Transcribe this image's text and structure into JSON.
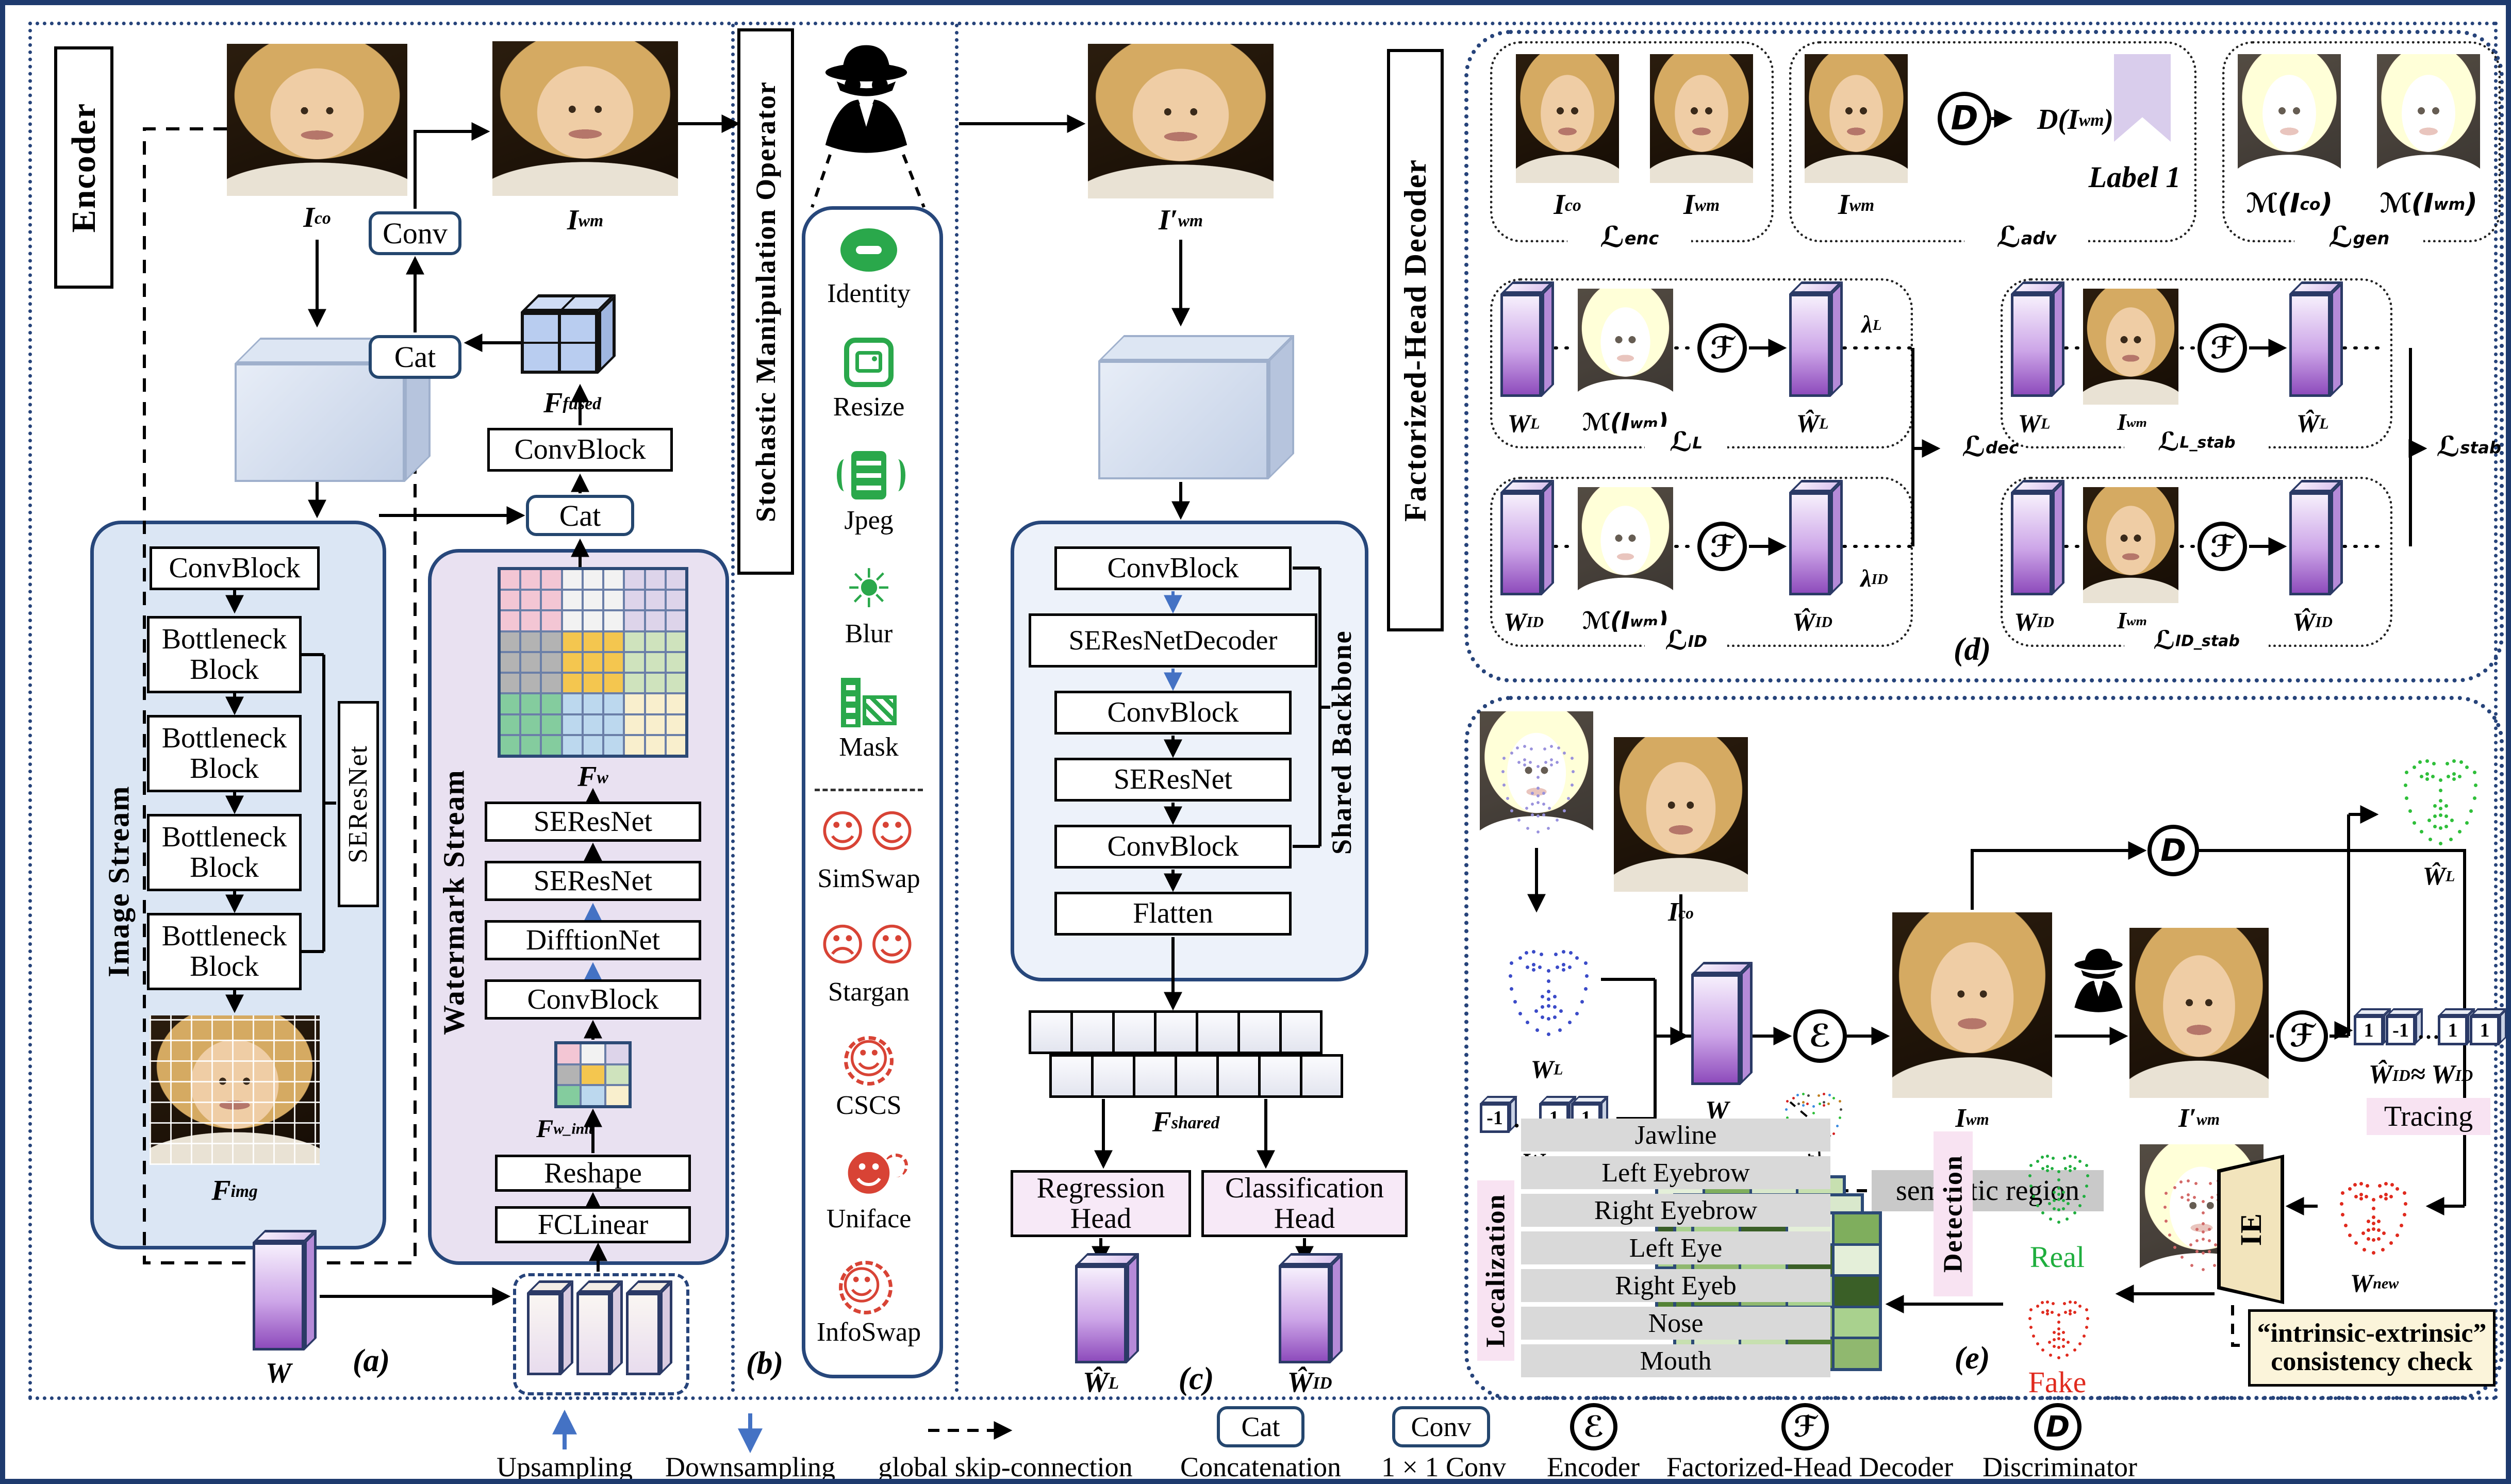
{
  "colors": {
    "border_navy": "#1e3a6e",
    "panel_border": "#24466e",
    "image_stream_bg": "#dbe6f4",
    "watermark_stream_bg": "#e9e1f1",
    "backbone_bg": "#edf2fa",
    "head_bg": "#f7e9f7",
    "bar_purple": "#8e4cbc",
    "cube_blue": "#c9d5e8",
    "green_op": "#2aa84b",
    "red_op": "#d84335",
    "pink_label_bg": "#f8e3f2",
    "gray_label_bg": "#c9c9c9",
    "region_row_bg": "#d9d9d9",
    "ie_bg": "#f2e4bc",
    "consistency_bg": "#fbf4da",
    "label1_bookmark": "#d9cdec",
    "blue_arrow": "#4472c4",
    "real_green": "#1fae3e",
    "fake_red": "#e02a1e"
  },
  "panel_a": {
    "tag": "Encoder",
    "stream_tag": "Image Stream",
    "label": "(a)",
    "i_co": {
      "pre": "I",
      "sub": "co"
    },
    "conv_block": "ConvBlock",
    "bottleneck": "Bottleneck Block",
    "seresnet": "SEResNet",
    "f_img": {
      "pre": "F",
      "sub": "img"
    },
    "w": {
      "pre": "W"
    }
  },
  "top_mid": {
    "conv": "Conv",
    "cat": "Cat",
    "i_wm": {
      "pre": "I",
      "sub": "wm"
    },
    "f_fused": {
      "pre": "F",
      "sub": "fused"
    },
    "conv_block": "ConvBlock",
    "cat2": "Cat"
  },
  "watermark": {
    "tag": "Watermark Stream",
    "f_w": {
      "pre": "F",
      "sub": "w"
    },
    "seresnet": "SEResNet",
    "difftionnet": "DifftionNet",
    "conv_block": "ConvBlock",
    "f_w_init": {
      "pre": "F",
      "sub": "w_init"
    },
    "reshape": "Reshape",
    "fclinear": "FCLinear"
  },
  "panel_b": {
    "tag": "Stochastic Manipulation Operator",
    "label": "(b)",
    "benign": [
      "Identity",
      "Resize",
      "Jpeg",
      "Blur",
      "Mask"
    ],
    "malicious": [
      "SimSwap",
      "Stargan",
      "CSCS",
      "Uniface",
      "InfoSwap"
    ],
    "icons": {
      "identity": "⊖",
      "blur": "☀",
      "face_pair": "☺☺",
      "face_sad": "☹☺",
      "face_smile": "☺",
      "face_solid": "☻"
    }
  },
  "panel_c": {
    "label": "(c)",
    "i_wm_prime": {
      "pre": "I′",
      "sub": "wm"
    },
    "backbone_tag": "Shared Backbone",
    "conv_block": "ConvBlock",
    "seresnet_decoder": "SEResNetDecoder",
    "seresnet": "SEResNet",
    "flatten": "Flatten",
    "f_shared": {
      "pre": "F",
      "sub": "shared"
    },
    "regression_head": "Regression Head",
    "classification_head": "Classification Head",
    "w_l_hat": {
      "pre": "Ŵ",
      "sub": "L"
    },
    "w_id_hat": {
      "pre": "Ŵ",
      "sub": "ID"
    }
  },
  "panel_d": {
    "tag": "Factorized-Head Decoder",
    "label": "(d)",
    "i_co": {
      "pre": "I",
      "sub": "co"
    },
    "i_wm": {
      "pre": "I",
      "sub": "wm"
    },
    "d_of_iwm": {
      "pre": "D(I",
      "sub": "wm",
      "post": ")"
    },
    "label1": "Label 1",
    "m_i_co": {
      "pre": "ℳ(I",
      "sub": "co",
      "post": ")"
    },
    "m_i_wm": {
      "pre": "ℳ(I",
      "sub": "wm",
      "post": ")"
    },
    "l_enc": {
      "pre": "ℒ",
      "sub": "enc"
    },
    "l_adv": {
      "pre": "ℒ",
      "sub": "adv"
    },
    "l_gen": {
      "pre": "ℒ",
      "sub": "gen"
    },
    "w_l": {
      "pre": "W",
      "sub": "L"
    },
    "w_id": {
      "pre": "W",
      "sub": "ID"
    },
    "w_l_hat": {
      "pre": "Ŵ",
      "sub": "L"
    },
    "w_id_hat": {
      "pre": "Ŵ",
      "sub": "ID"
    },
    "lambda_l": {
      "pre": "λ",
      "sub": "L"
    },
    "lambda_id": {
      "pre": "λ",
      "sub": "ID"
    },
    "l_l": {
      "pre": "ℒ",
      "sub": "L"
    },
    "l_id": {
      "pre": "ℒ",
      "sub": "ID"
    },
    "l_dec": {
      "pre": "ℒ",
      "sub": "dec"
    },
    "l_l_stab": {
      "pre": "ℒ",
      "sub": "L_stab"
    },
    "l_id_stab": {
      "pre": "ℒ",
      "sub": "ID_stab"
    },
    "l_stab": {
      "pre": "ℒ",
      "sub": "stab"
    }
  },
  "panel_e": {
    "label": "(e)",
    "i_co": {
      "pre": "I",
      "sub": "co"
    },
    "w_l": {
      "pre": "W",
      "sub": "L"
    },
    "w_id": {
      "pre": "W",
      "sub": "ID"
    },
    "w": {
      "pre": "W"
    },
    "i_wm": {
      "pre": "I",
      "sub": "wm"
    },
    "i_wm_prime": {
      "pre": "I′",
      "sub": "wm"
    },
    "w_new": {
      "pre": "W",
      "sub": "new"
    },
    "w_l_hat": {
      "pre": "Ŵ",
      "sub": "L"
    },
    "w_id_approx": {
      "pre": "Ŵ",
      "sub": "ID",
      "mid": " ≈ W",
      "sub2": "ID"
    },
    "semantic_region": "semantic region",
    "tracing": "Tracing",
    "detection": "Detection",
    "localization": "Localization",
    "regions": [
      "Jawline",
      "Left Eyebrow",
      "Right Eyebrow",
      "Left Eye",
      "Right Eyeb",
      "Nose",
      "Mouth"
    ],
    "real": "Real",
    "fake": "Fake",
    "ie": "IE",
    "consistency_line1": "“intrinsic-extrinsic”",
    "consistency_line2": "consistency check",
    "wid_bits": [
      "-1",
      "1",
      "1"
    ],
    "wid_hat_bits": [
      "1",
      "-1",
      "1",
      "1"
    ],
    "ellipsis": "…"
  },
  "legend": {
    "upsampling": "Upsampling",
    "downsampling": "Downsampling",
    "skip": "global skip-connection",
    "cat": "Cat",
    "concatenation": "Concatenation",
    "conv": "Conv",
    "conv1x1": "1 × 1 Conv",
    "encoder_glyph": "ℰ",
    "encoder": "Encoder",
    "decoder_glyph": "ℱ",
    "decoder": "Factorized-Head Decoder",
    "discriminator_glyph": "D",
    "discriminator": "Discriminator"
  }
}
